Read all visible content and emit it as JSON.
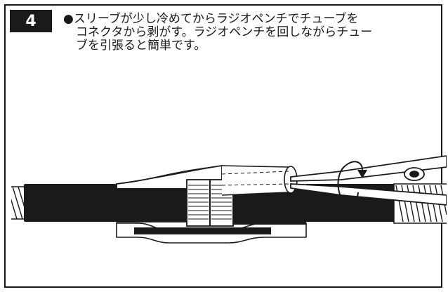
{
  "step": {
    "number": "4"
  },
  "instruction": {
    "lines": [
      "●スリーブが少し冷めてからラジオペンチでチューブを",
      "コネクタから剥がす。ラジオペンチを回しながらチュー",
      "ブを引張ると簡単です。"
    ]
  },
  "illustration": {
    "subject": "radio-pliers-removing-tube-from-connector",
    "colors": {
      "outline": "#1a1a1a",
      "sleeve": "#1a1a1a",
      "background": "#ffffff"
    },
    "icons": [
      "rotation-arrow-icon",
      "pliers-icon"
    ]
  }
}
